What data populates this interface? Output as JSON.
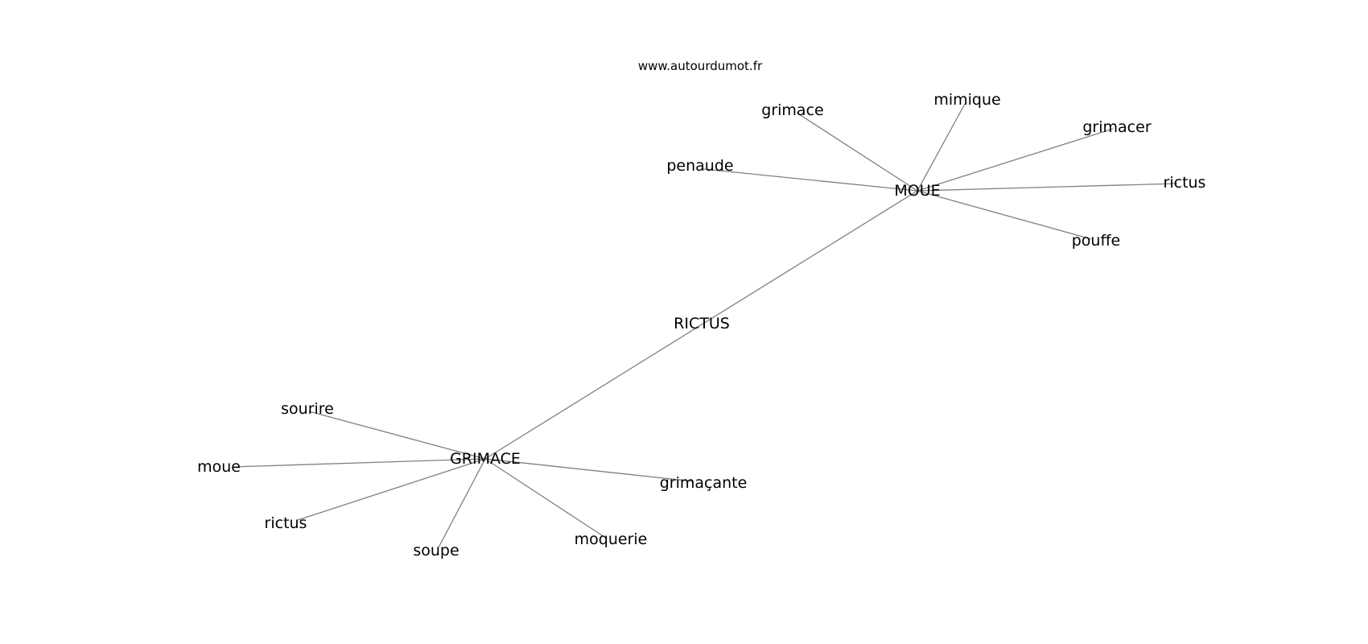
{
  "source_label": "www.autourdumot.fr",
  "nodes": {
    "rictus_center": "RICTUS",
    "moue_hub": "MOUE",
    "grimace_hub": "GRIMACE",
    "m_grimace": "grimace",
    "m_mimique": "mimique",
    "m_grimacer": "grimacer",
    "m_penaude": "penaude",
    "m_rictus": "rictus",
    "m_pouffe": "pouffe",
    "g_sourire": "sourire",
    "g_moue": "moue",
    "g_rictus": "rictus",
    "g_soupe": "soupe",
    "g_moquerie": "moquerie",
    "g_grimacante": "grimaçante"
  },
  "edges": [
    [
      "moue_hub",
      "grimace_hub"
    ],
    [
      "moue_hub",
      "m_grimace"
    ],
    [
      "moue_hub",
      "m_mimique"
    ],
    [
      "moue_hub",
      "m_grimacer"
    ],
    [
      "moue_hub",
      "m_penaude"
    ],
    [
      "moue_hub",
      "m_rictus"
    ],
    [
      "moue_hub",
      "m_pouffe"
    ],
    [
      "grimace_hub",
      "g_sourire"
    ],
    [
      "grimace_hub",
      "g_moue"
    ],
    [
      "grimace_hub",
      "g_rictus"
    ],
    [
      "grimace_hub",
      "g_soupe"
    ],
    [
      "grimace_hub",
      "g_moquerie"
    ],
    [
      "grimace_hub",
      "g_grimacante"
    ]
  ]
}
